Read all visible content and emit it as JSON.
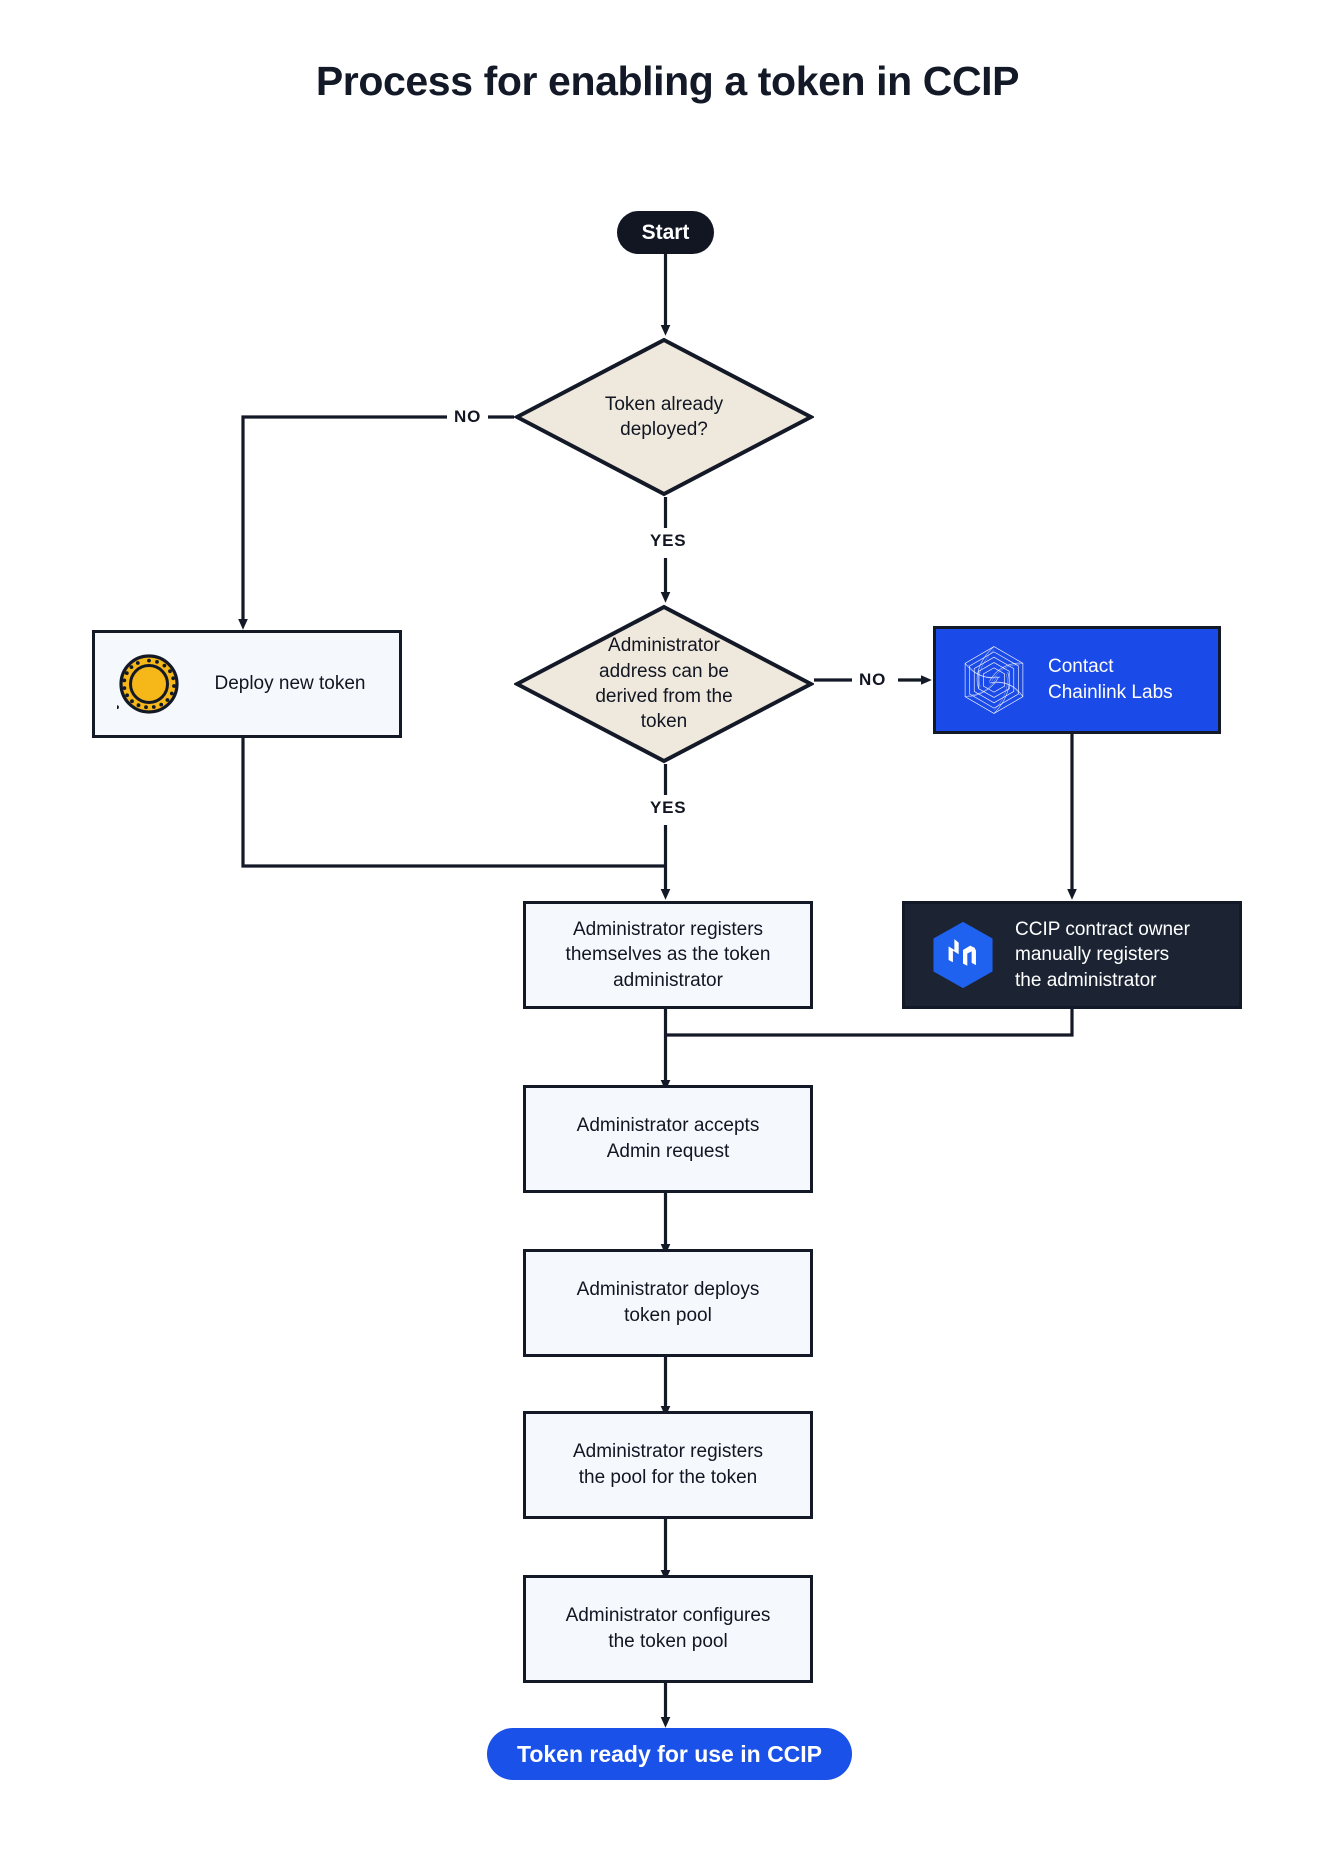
{
  "diagram": {
    "title": "Process for enabling a token in CCIP",
    "type": "flowchart",
    "colors": {
      "ink": "#141927",
      "decision_fill": "#efe8dd",
      "process_fill": "#f5f8fd",
      "chainlink_blue": "#1a4ae8",
      "ccip_dark": "#1c2434",
      "terminator_dark": "#121622",
      "terminator_blue": "#1a51e8",
      "coin_gold": "#f6b718"
    },
    "nodes": {
      "start": {
        "label": "Start",
        "shape": "terminator"
      },
      "decision_token_deployed": {
        "label": "Token already\ndeployed?",
        "line1": "Token already",
        "line2": "deployed?",
        "shape": "decision"
      },
      "deploy_new_token": {
        "label": "Deploy new token",
        "shape": "process",
        "icon": "gold-coin-icon"
      },
      "decision_admin_derived": {
        "line1": "Administrator",
        "line2": "address can be",
        "line3": "derived from the",
        "line4": "token",
        "shape": "decision"
      },
      "contact_chainlink": {
        "line1": "Contact",
        "line2": "Chainlink Labs",
        "shape": "process",
        "icon": "chainlink-logo-icon"
      },
      "ccip_owner_registers": {
        "line1": "CCIP contract owner",
        "line2": "manually registers",
        "line3": "the administrator",
        "shape": "process",
        "icon": "ccip-logo-icon"
      },
      "admin_registers_self": {
        "line1": "Administrator registers",
        "line2": "themselves as the token",
        "line3": "administrator",
        "shape": "process"
      },
      "admin_accepts": {
        "line1": "Administrator accepts",
        "line2": "Admin request",
        "shape": "process"
      },
      "admin_deploys_pool": {
        "line1": "Administrator deploys",
        "line2": "token pool",
        "shape": "process"
      },
      "admin_registers_pool": {
        "line1": "Administrator registers",
        "line2": "the pool for the token",
        "shape": "process"
      },
      "admin_configures_pool": {
        "line1": "Administrator configures",
        "line2": "the token pool",
        "shape": "process"
      },
      "end": {
        "label": "Token ready for use in CCIP",
        "shape": "terminator"
      }
    },
    "edge_labels": {
      "no_token_deployed": "NO",
      "yes_token_deployed": "YES",
      "no_admin_derived": "NO",
      "yes_admin_derived": "YES"
    }
  }
}
